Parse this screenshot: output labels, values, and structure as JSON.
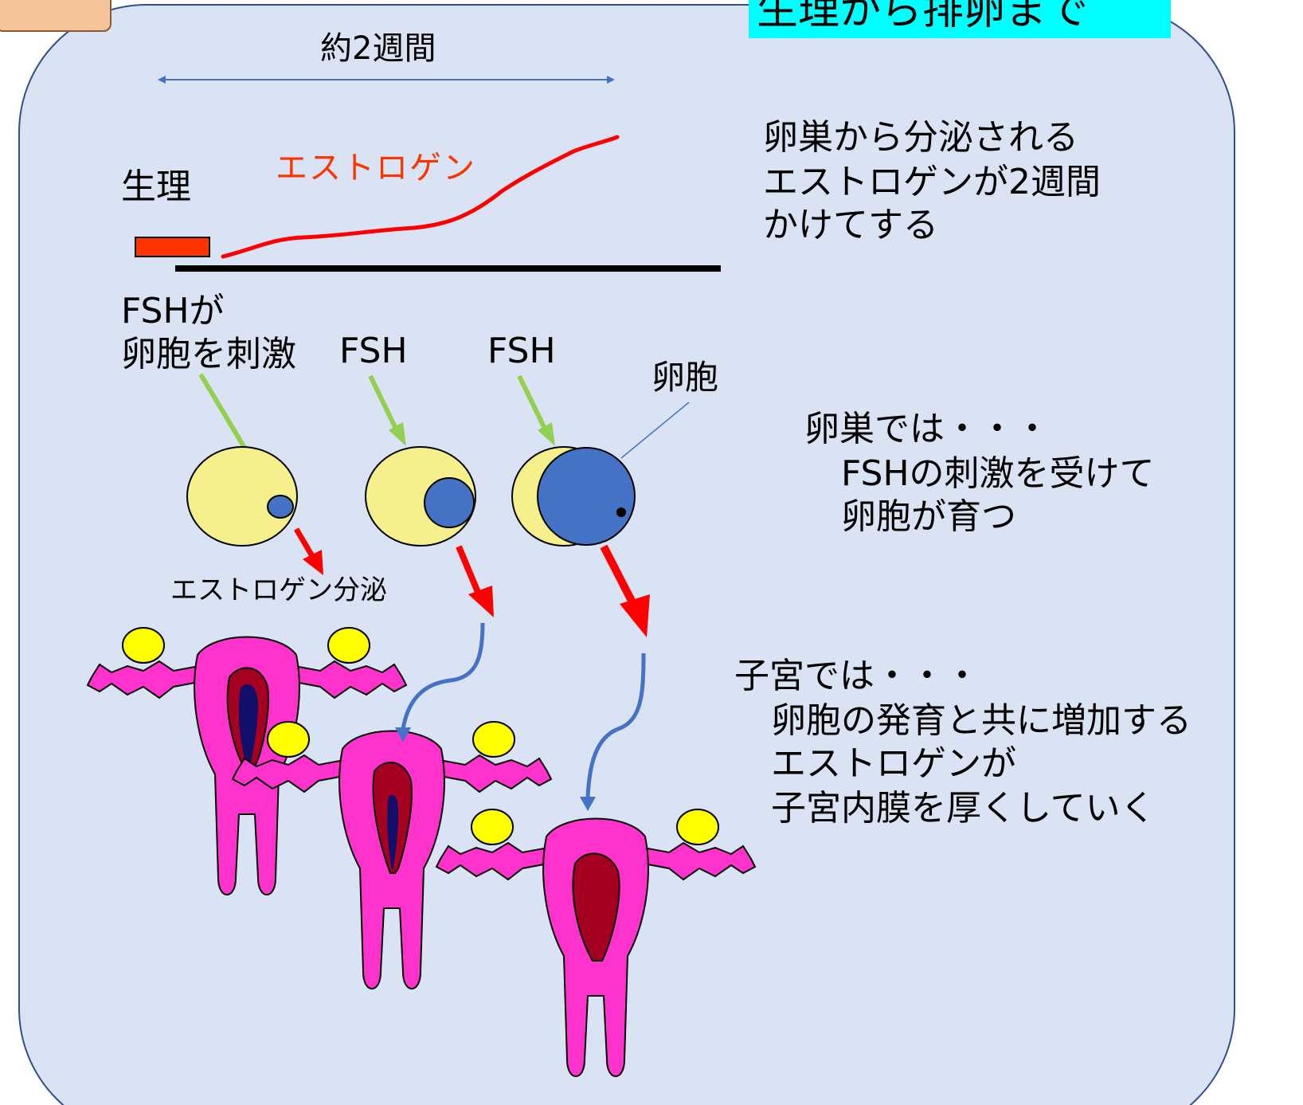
{
  "title": "生理から排卵まで",
  "duration_label": "約2週間",
  "estrogen_curve_label": "エストロゲン",
  "menstruation_label": "生理",
  "fsh_stimulates": [
    "FSHが",
    "卵胞を刺激"
  ],
  "fsh_label_2": "FSH",
  "fsh_label_3": "FSH",
  "follicle_label": "卵胞",
  "estrogen_secretion_label": "エストロゲン分泌",
  "note_estrogen": [
    "卵巣から分泌される",
    "エストロゲンが2週間",
    "かけてする"
  ],
  "note_ovary": [
    "卵巣では・・・",
    "FSHの刺激を受けて",
    "卵胞が育つ"
  ],
  "note_uterus": [
    "子宮では・・・",
    "卵胞の発育と共に増加する",
    "エストロゲンが",
    "子宮内膜を厚くしていく"
  ],
  "colors": {
    "panel_bg": "#dae3f3",
    "panel_border": "#2f4f8f",
    "title_bg": "#00ffff",
    "estrogen_red": "#ff0000",
    "menstruation_bar": "#ff3300",
    "fsh_arrow_green": "#92d050",
    "follicle_yellow": "#f5f08c",
    "oocyte_blue": "#4472c4",
    "uterus_pink": "#ff33cc",
    "endometrium": "#a50021",
    "ovary_yellow": "#ffff00",
    "arrow_blue": "#4472c4"
  }
}
